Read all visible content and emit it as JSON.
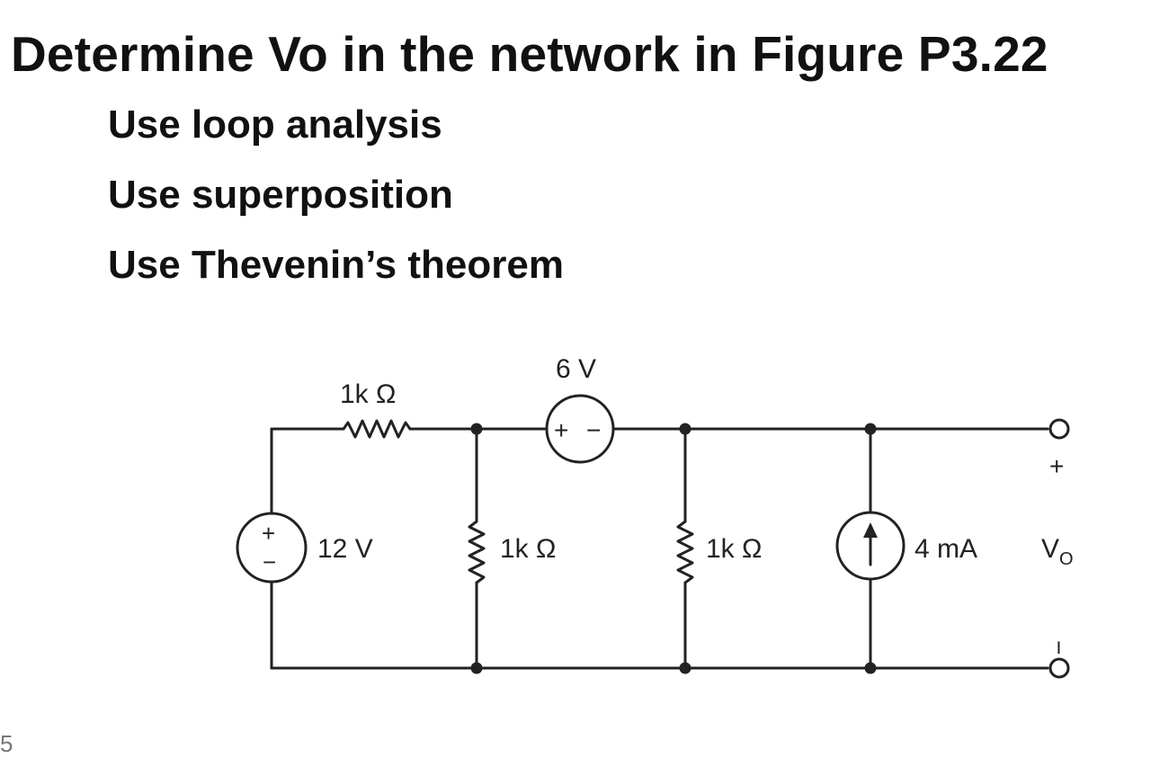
{
  "title": "Determine Vo in the network in Figure P3.22",
  "methods": [
    "Use loop analysis",
    "Use superposition",
    "Use Thevenin’s theorem"
  ],
  "circuit": {
    "r_top": "1k Ω",
    "v_dep": "6 V",
    "v_src": "12 V",
    "r_mid1": "1k Ω",
    "r_mid2": "1k Ω",
    "i_src": "4 mA",
    "vo_label": "V",
    "vo_sub": "O",
    "plus": "+",
    "minus": "−"
  },
  "page_number": "5",
  "colors": {
    "wire": "#222222",
    "text": "#111111"
  }
}
